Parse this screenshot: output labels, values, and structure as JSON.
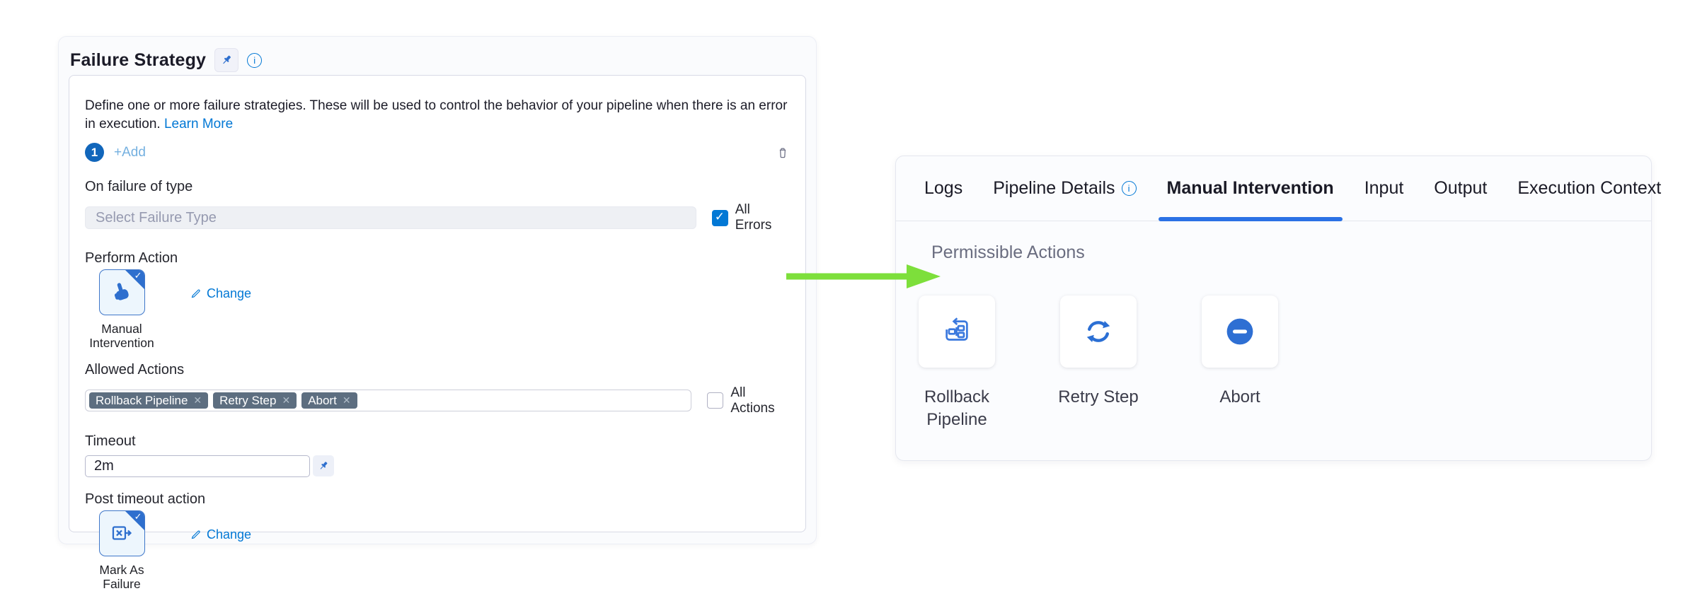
{
  "colors": {
    "accent_blue": "#0278d5",
    "tab_underline": "#2b71e5",
    "chip_bg": "#5d6e80",
    "arrow_green": "#7ddf3b",
    "icon_blue": "#2e6fce"
  },
  "failure_strategy": {
    "title": "Failure Strategy",
    "description": "Define one or more failure strategies. These will be used to control the behavior of your pipeline when there is an error in execution.",
    "learn_more_label": "Learn More",
    "strategy_badge": "1",
    "add_label": "+Add",
    "on_failure_label": "On failure of type",
    "failure_type_placeholder": "Select Failure Type",
    "all_errors_label": "All Errors",
    "all_errors_checked": true,
    "perform_action_label": "Perform Action",
    "perform_action_value": "Manual Intervention",
    "change_label": "Change",
    "allowed_actions_label": "Allowed Actions",
    "chips": [
      "Rollback Pipeline",
      "Retry Step",
      "Abort"
    ],
    "all_actions_label": "All Actions",
    "all_actions_checked": false,
    "timeout_label": "Timeout",
    "timeout_value": "2m",
    "post_timeout_label": "Post timeout action",
    "post_timeout_value": "Mark As Failure"
  },
  "details_panel": {
    "tabs": [
      {
        "label": "Logs"
      },
      {
        "label": "Pipeline Details",
        "has_info_icon": true
      },
      {
        "label": "Manual Intervention",
        "active": true
      },
      {
        "label": "Input"
      },
      {
        "label": "Output"
      },
      {
        "label": "Execution Context"
      }
    ],
    "active_tab": "Manual Intervention",
    "section_title": "Permissible Actions",
    "actions": [
      {
        "label": "Rollback Pipeline",
        "icon": "rollback-pipeline-icon"
      },
      {
        "label": "Retry Step",
        "icon": "retry-icon"
      },
      {
        "label": "Abort",
        "icon": "abort-icon"
      }
    ]
  }
}
